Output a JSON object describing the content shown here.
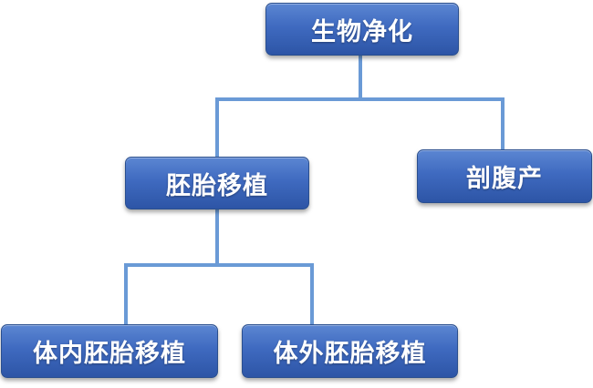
{
  "colors": {
    "node_fill": "#3f6ac0",
    "node_border": "#2a4f8f",
    "node_text": "#ffffff",
    "connector": "#6a9ad6"
  },
  "nodes": {
    "root": {
      "label": "生物净化"
    },
    "embryo_transfer": {
      "label": "胚胎移植"
    },
    "caesarean": {
      "label": "剖腹产"
    },
    "in_vivo_transfer": {
      "label": "体内胚胎移植"
    },
    "in_vitro_transfer": {
      "label": "体外胚胎移植"
    }
  },
  "edges": [
    {
      "from": "root",
      "to": "embryo_transfer"
    },
    {
      "from": "root",
      "to": "caesarean"
    },
    {
      "from": "embryo_transfer",
      "to": "in_vivo_transfer"
    },
    {
      "from": "embryo_transfer",
      "to": "in_vitro_transfer"
    }
  ]
}
